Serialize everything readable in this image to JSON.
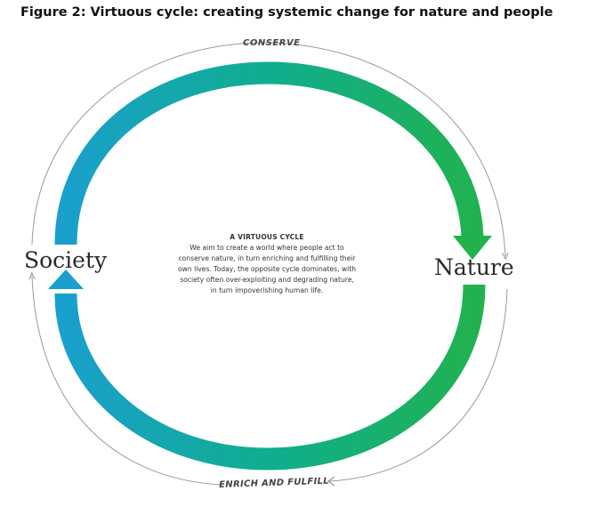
{
  "figure": {
    "title": "Figure 2: Virtuous cycle: creating systemic change for nature and people"
  },
  "nodes": {
    "society": "Society",
    "nature": "Nature"
  },
  "arrows": {
    "top_label": "CONSERVE",
    "bottom_label": "ENRICH AND FULFILL"
  },
  "center": {
    "heading": "A VIRTUOUS CYCLE",
    "body": "We aim to create a world where people act to conserve nature, in turn enriching and fulfilling their own lives. Today, the opposite cycle dominates, with society often over-exploiting and degrading nature, in turn impoverishing human life."
  },
  "colors": {
    "society_blue": "#1a9fd0",
    "nature_green": "#22b24c",
    "mid_teal": "#10ae8e",
    "thin_arrow": "#9a9a9a"
  }
}
